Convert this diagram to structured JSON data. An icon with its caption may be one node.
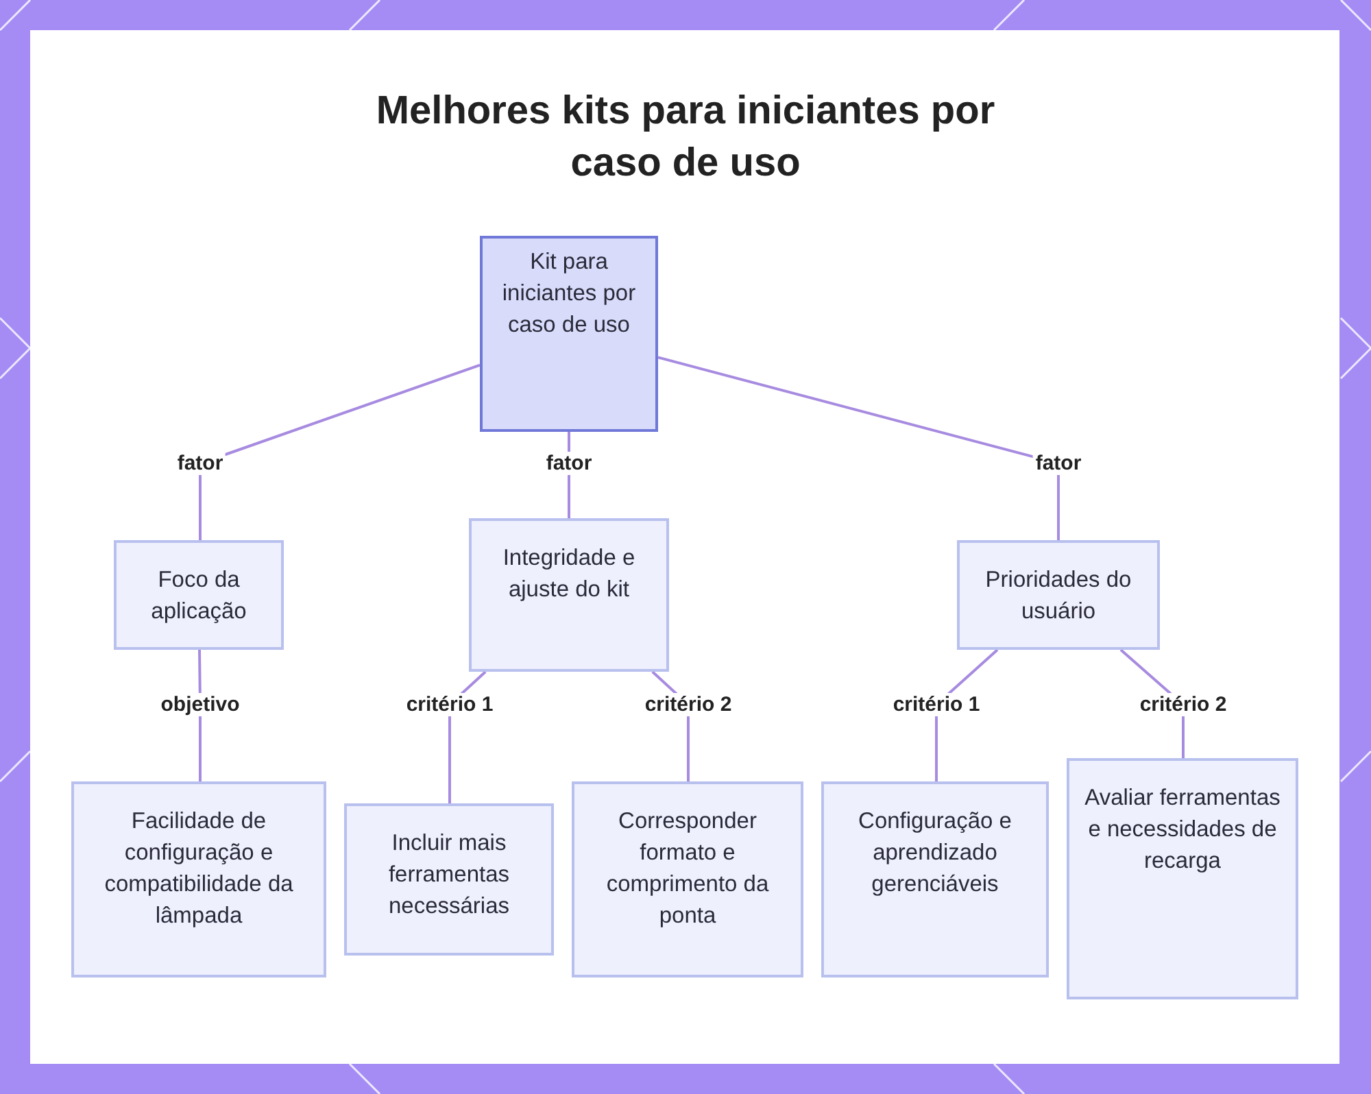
{
  "diagram": {
    "title": "Melhores kits para iniciantes por caso de uso",
    "nodes": [
      {
        "text": [
          "Kit para iniciantes por caso de uso"
        ]
      },
      {
        "text": [
          "Foco da aplicação"
        ]
      },
      {
        "text": [
          "Integridade e ajuste do kit"
        ]
      },
      {
        "text": [
          "Prioridades do usuário"
        ]
      },
      {
        "text": [
          "Facilidade de configuração e compatibilidade da lâmpada"
        ]
      },
      {
        "text": [
          "Incluir mais ferramentas necessárias"
        ]
      },
      {
        "text": [
          "Corresponder formato e comprimento da ponta"
        ]
      },
      {
        "text": [
          "Configuração e aprendizado gerenciáveis"
        ]
      },
      {
        "text": [
          "Avaliar ferramentas e necessidades de recarga"
        ]
      }
    ],
    "edges": [
      {
        "from": 0,
        "to": 1,
        "arrow": "none",
        "label": "fator"
      },
      {
        "from": 0,
        "to": 2,
        "arrow": "none",
        "label": "fator"
      },
      {
        "from": 0,
        "to": 3,
        "arrow": "none",
        "label": "fator"
      },
      {
        "from": 1,
        "to": 4,
        "arrow": "none",
        "label": "objetivo"
      },
      {
        "from": 2,
        "to": 5,
        "arrow": "none",
        "label": "critério 1"
      },
      {
        "from": 2,
        "to": 6,
        "arrow": "none",
        "label": "critério 2"
      },
      {
        "from": 3,
        "to": 7,
        "arrow": "none",
        "label": "critério 1"
      },
      {
        "from": 3,
        "to": 8,
        "arrow": "none",
        "label": "critério 2"
      }
    ]
  }
}
